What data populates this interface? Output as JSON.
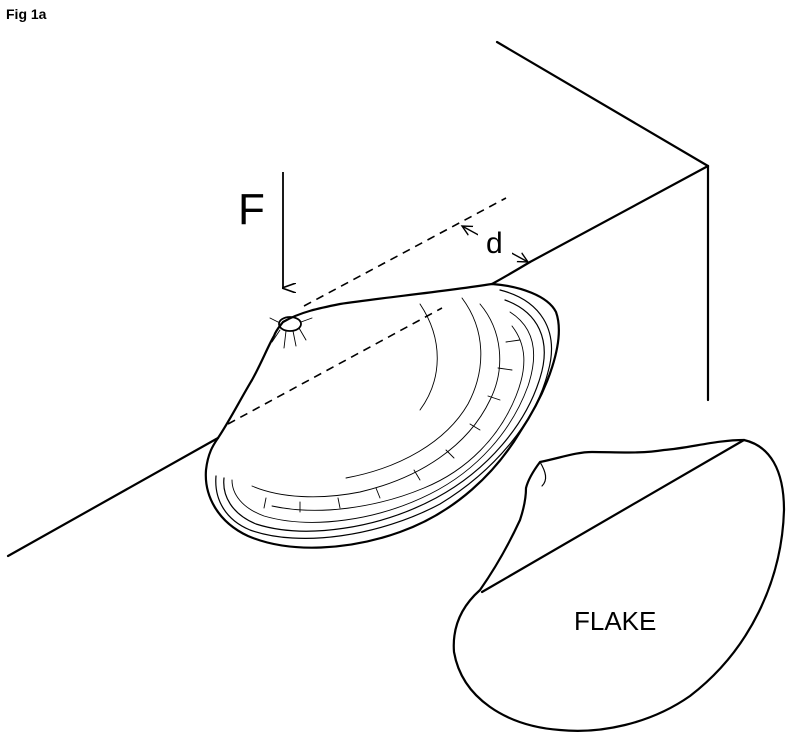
{
  "figure": {
    "label": "Fig 1a"
  },
  "annotations": {
    "force": "F",
    "distance": "d",
    "flake": "FLAKE"
  }
}
